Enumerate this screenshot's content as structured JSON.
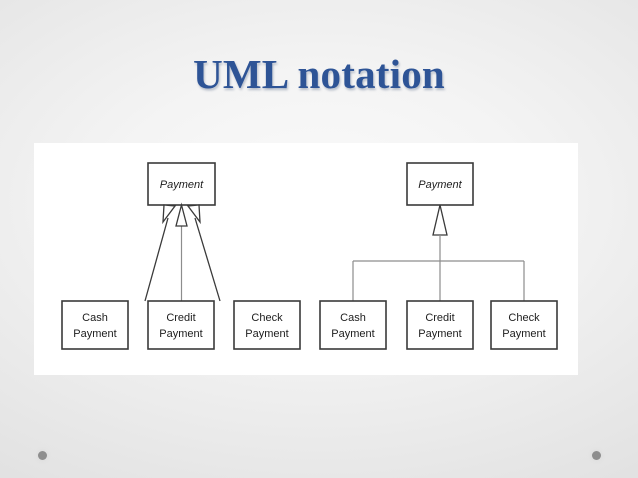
{
  "slide": {
    "title": "UML notation",
    "title_color": "#2e5496",
    "background_color": "#ececec",
    "panel_color": "#ffffff"
  },
  "diagram": {
    "line_color": "#3a3a3a",
    "connector_light_color": "#8d8d8d",
    "box_fill": "#ffffff",
    "variants": [
      {
        "name": "separate-target-style",
        "superclass": {
          "label": "Payment",
          "abstract": true
        },
        "subclasses": [
          {
            "label_line1": "Cash",
            "label_line2": "Payment"
          },
          {
            "label_line1": "Credit",
            "label_line2": "Payment"
          },
          {
            "label_line1": "Check",
            "label_line2": "Payment"
          }
        ],
        "relationship": "generalization",
        "arrowhead": "hollow-triangle",
        "routing": "separate-lines"
      },
      {
        "name": "shared-target-style",
        "superclass": {
          "label": "Payment",
          "abstract": true
        },
        "subclasses": [
          {
            "label_line1": "Cash",
            "label_line2": "Payment"
          },
          {
            "label_line1": "Credit",
            "label_line2": "Payment"
          },
          {
            "label_line1": "Check",
            "label_line2": "Payment"
          }
        ],
        "relationship": "generalization",
        "arrowhead": "hollow-triangle",
        "routing": "shared-tree"
      }
    ]
  },
  "decorations": {
    "dot_left": "bullet-dot",
    "dot_right": "bullet-dot",
    "dot_color": "#8e8e8e"
  }
}
